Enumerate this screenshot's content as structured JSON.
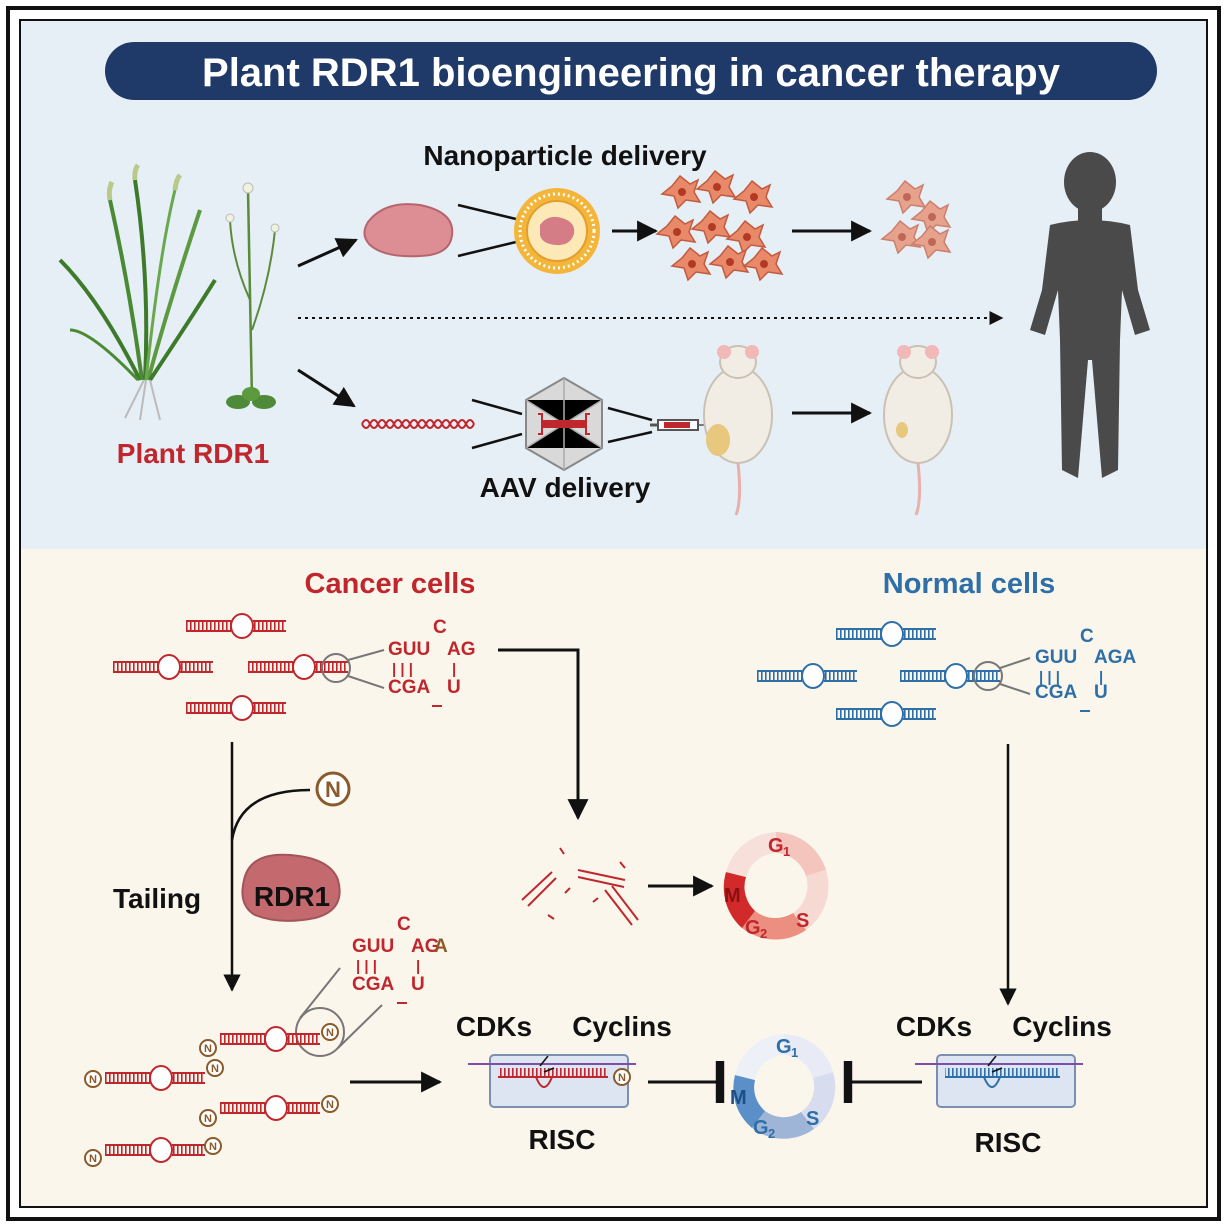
{
  "title": "Plant RDR1 bioengineering in cancer therapy",
  "top": {
    "nanoparticle_label": "Nanoparticle delivery",
    "aav_label": "AAV delivery",
    "plant_label": "Plant RDR1"
  },
  "cancer": {
    "heading": "Cancer cells",
    "tailing_label": "Tailing",
    "enzyme_label": "RDR1",
    "n_badge": "N",
    "loop_top": "C",
    "stem_top_left": "GUU",
    "stem_top_right": "AG",
    "stem_bonds": "| | |",
    "stem_bond_right": "|",
    "stem_bottom_left": "CGA",
    "stem_bottom_right": "U",
    "tailed_loop_top": "C",
    "tailed_top_left": "GUU",
    "tailed_top_right": "AG",
    "tailed_top_tail": "A",
    "tailed_bottom_left": "CGA",
    "tailed_bottom_right": "U",
    "cdks": "CDKs",
    "cyclins": "Cyclins",
    "risc": "RISC"
  },
  "normal": {
    "heading": "Normal cells",
    "loop_top": "C",
    "stem_top_left": "GUU",
    "stem_top_right": "AGA",
    "stem_bonds": "| | |",
    "stem_bond_right": "|",
    "stem_bottom_left": "CGA",
    "stem_bottom_right": "U",
    "cdks": "CDKs",
    "cyclins": "Cyclins",
    "risc": "RISC"
  },
  "cell_cycle_phases": {
    "g1": "G",
    "g1_sub": "1",
    "g2": "G",
    "g2_sub": "2",
    "s": "S",
    "m": "M"
  },
  "colors": {
    "title_bar": "#1f3a68",
    "top_bg": "#e6eef6",
    "bottom_bg": "#fbf6ec",
    "cancer_red": "#c0272d",
    "normal_blue": "#2e6fa8",
    "enzyme_fill": "#c46a6f",
    "n_badge": "#8a5a2b"
  }
}
